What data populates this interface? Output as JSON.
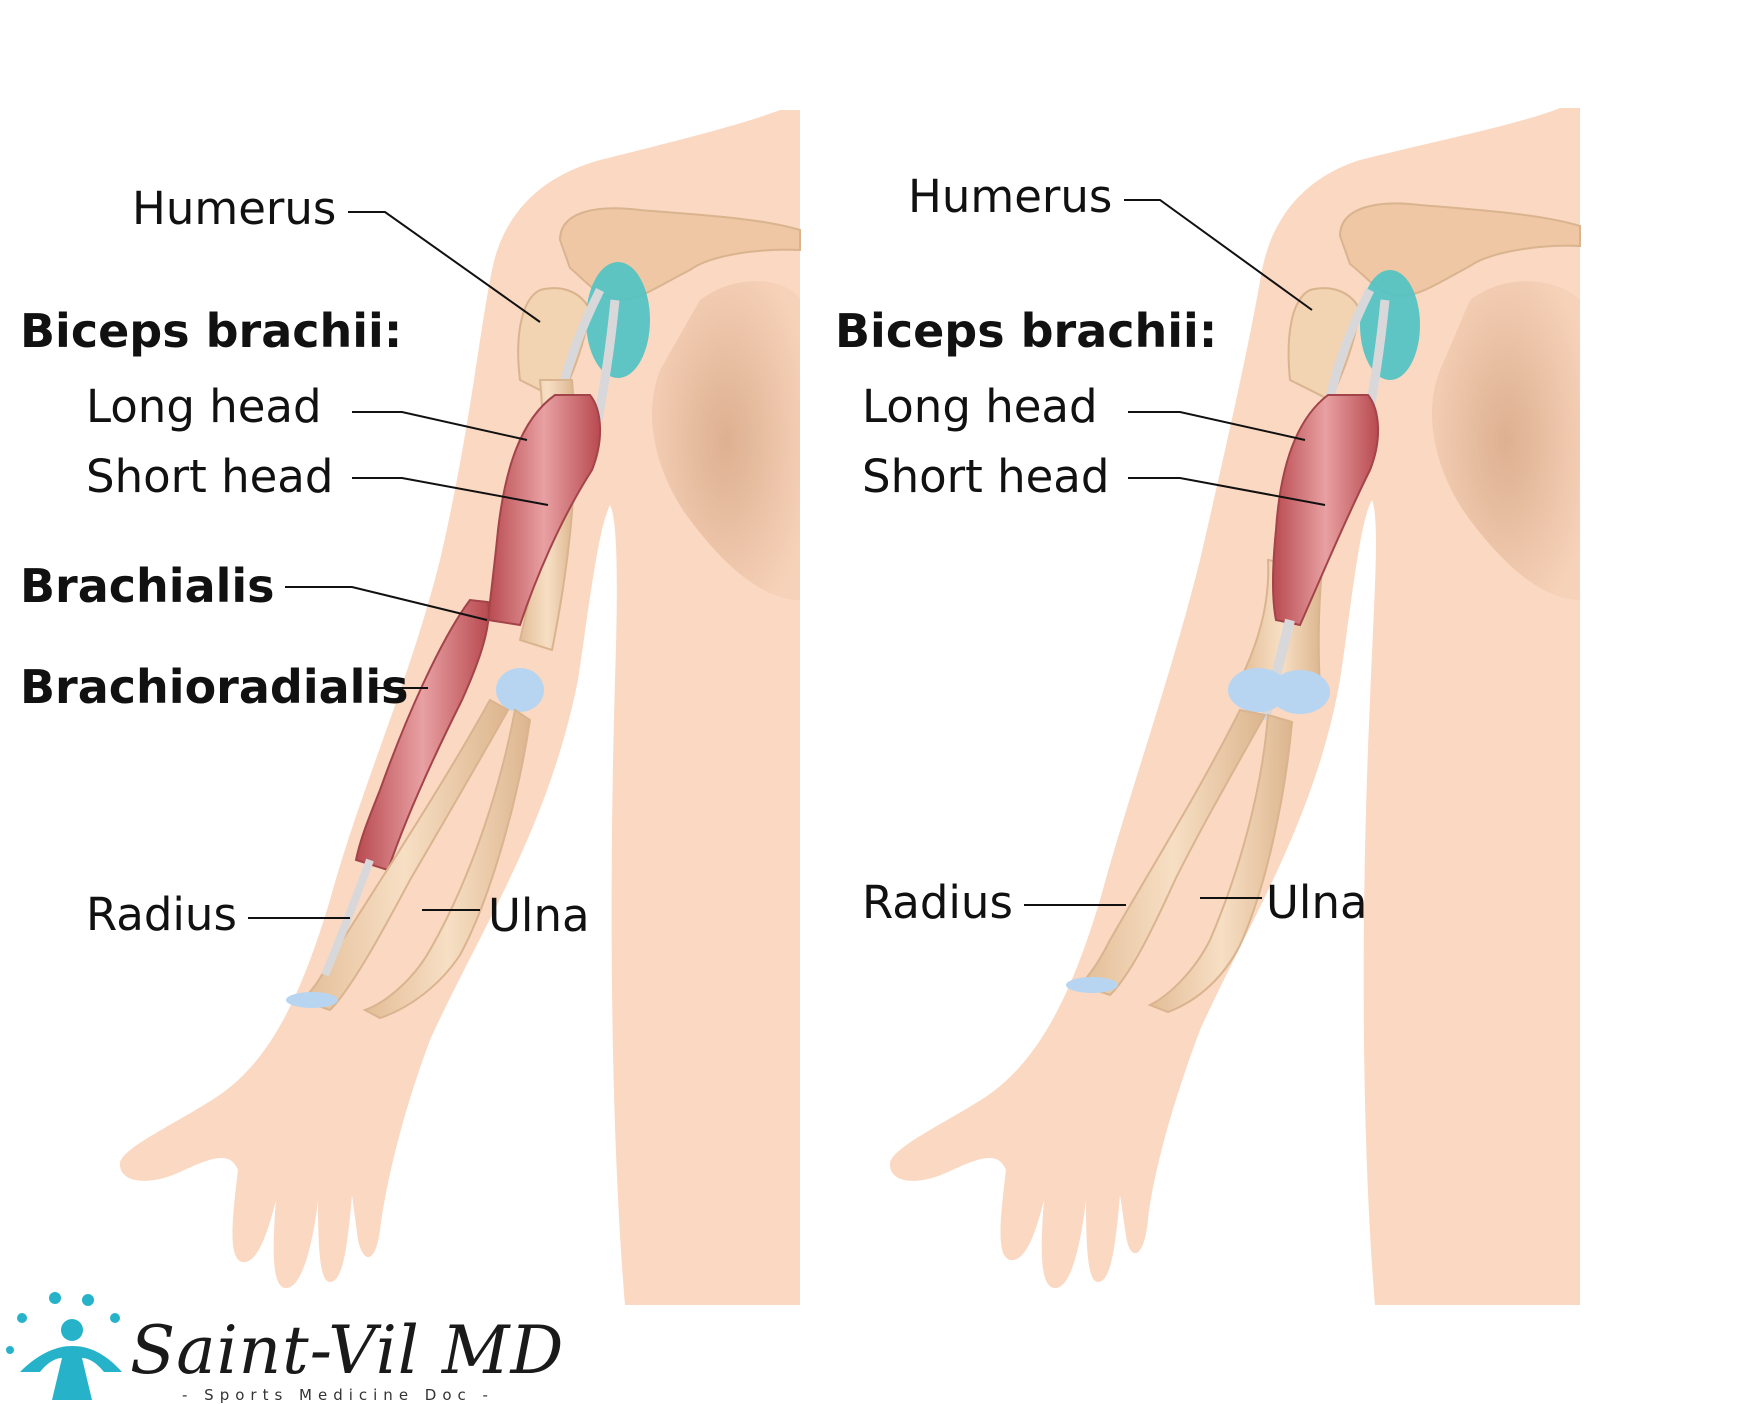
{
  "colors": {
    "skin": "#fbd8c2",
    "skin_shadow": "#e9c0a3",
    "bone": "#f2d3b2",
    "bone_edge": "#d9b48f",
    "muscle": "#c8585c",
    "muscle_light": "#e58f91",
    "tendon": "#d8d8da",
    "cartilage": "#b7d5f0",
    "joint_capsule": "#4cc3c4",
    "leader_line": "#111111",
    "logo_accent": "#26b3c9"
  },
  "left_diagram": {
    "labels": {
      "humerus": "Humerus",
      "biceps_heading": "Biceps brachii:",
      "long_head": "Long head",
      "short_head": "Short head",
      "brachialis": "Brachialis",
      "brachioradialis": "Brachioradialis",
      "radius": "Radius",
      "ulna": "Ulna"
    }
  },
  "right_diagram": {
    "labels": {
      "humerus": "Humerus",
      "biceps_heading": "Biceps brachii:",
      "long_head": "Long head",
      "short_head": "Short head",
      "radius": "Radius",
      "ulna": "Ulna"
    }
  },
  "logo": {
    "name": "Saint-Vil MD",
    "tagline": "- Sports Medicine Doc -",
    "icon": "person-with-dots-icon"
  }
}
